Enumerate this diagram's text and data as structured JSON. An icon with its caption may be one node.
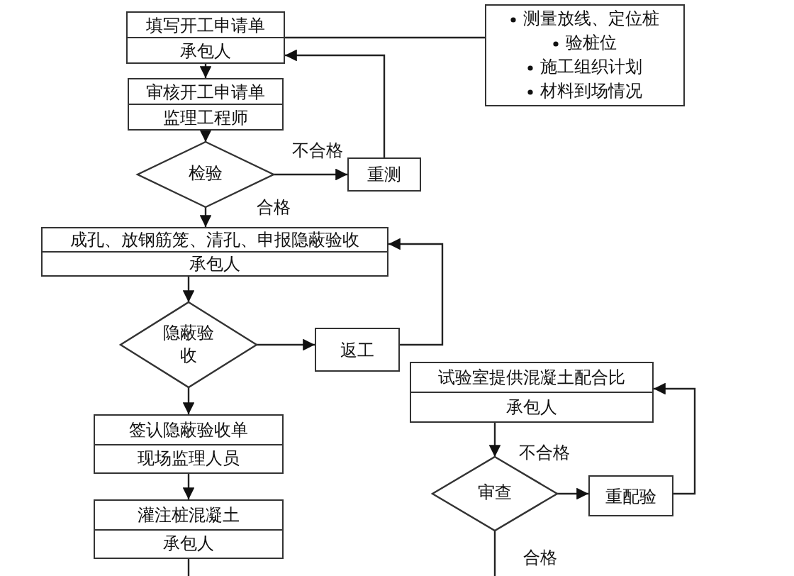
{
  "diagram": {
    "nodes": [
      {
        "text": [
          "填写开工申请单",
          "承包人"
        ]
      },
      {
        "text": [
          "审核开工申请单",
          "监理工程师"
        ]
      },
      {
        "text": [
          "检验"
        ]
      },
      {
        "text": [
          "测量放线、定位桩",
          "验桩位",
          "施工组织计划",
          "材料到场情况"
        ]
      },
      {
        "text": [
          "重测"
        ]
      },
      {
        "text": [
          "成孔、放钢筋笼、清孔、申报隐蔽验收",
          "承包人"
        ]
      },
      {
        "text": [
          "隐蔽验收"
        ]
      },
      {
        "text": [
          "返工"
        ]
      },
      {
        "text": [
          "签认隐蔽验收单",
          "现场监理人员"
        ]
      },
      {
        "text": [
          "灌注桩混凝土",
          "承包人"
        ]
      },
      {
        "text": [
          "试验室提供混凝土配合比",
          "承包人"
        ]
      },
      {
        "text": [
          "审查"
        ]
      },
      {
        "text": [
          "重配验"
        ]
      }
    ],
    "edges": [
      {
        "from": 0,
        "to": 1,
        "arrow": "to"
      },
      {
        "from": 1,
        "to": 2,
        "arrow": "to"
      },
      {
        "from": 2,
        "to": 4,
        "arrow": "to",
        "label": "不合格"
      },
      {
        "from": 4,
        "to": 0,
        "arrow": "to"
      },
      {
        "from": 2,
        "to": 5,
        "arrow": "to",
        "label": "合格"
      },
      {
        "from": 0,
        "to": 3,
        "arrow": "none"
      },
      {
        "from": 5,
        "to": 6,
        "arrow": "to"
      },
      {
        "from": 6,
        "to": 7,
        "arrow": "to"
      },
      {
        "from": 7,
        "to": 5,
        "arrow": "to"
      },
      {
        "from": 6,
        "to": 8,
        "arrow": "to"
      },
      {
        "from": 8,
        "to": 9,
        "arrow": "to"
      },
      {
        "from": 9,
        "to": null,
        "arrow": "none"
      },
      {
        "from": 10,
        "to": 11,
        "arrow": "to"
      },
      {
        "from": 11,
        "to": 12,
        "arrow": "to",
        "label": "不合格"
      },
      {
        "from": 12,
        "to": 10,
        "arrow": "to"
      },
      {
        "from": 11,
        "to": null,
        "arrow": "none",
        "label": "合格"
      }
    ]
  }
}
